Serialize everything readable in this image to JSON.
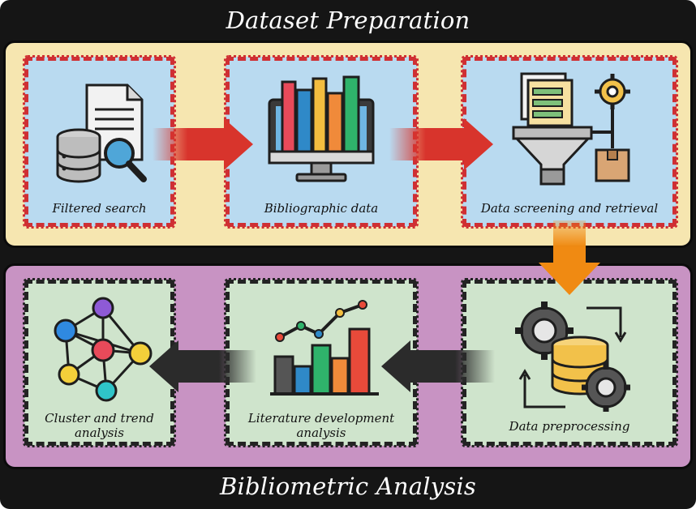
{
  "sections": {
    "top_title": "Dataset Preparation",
    "bottom_title": "Bibliometric Analysis"
  },
  "steps": {
    "filtered_search": "Filtered search",
    "bibliographic_data": "Bibliographic data",
    "data_screening": "Data screening and retrieval",
    "data_preprocessing": "Data preprocessing",
    "literature_development": [
      "Literature development",
      "analysis"
    ],
    "cluster_trend": [
      "Cluster and trend",
      "analysis"
    ]
  },
  "colors": {
    "prep_panel": "#f6e6b0",
    "analysis_panel": "#c893c3",
    "prep_card": "#b9daf0",
    "analysis_card": "#cfe4cc",
    "red_arrow": "#d8342c",
    "orange_arrow": "#f08a12",
    "dark_arrow": "#2b2b2b"
  },
  "icons": {
    "filtered_search": "document-database-magnifier-icon",
    "bibliographic_data": "monitor-books-icon",
    "data_screening": "funnel-gear-box-icon",
    "data_preprocessing": "gears-database-cycle-icon",
    "literature_development": "bar-chart-trend-icon",
    "cluster_trend": "network-cluster-icon"
  }
}
